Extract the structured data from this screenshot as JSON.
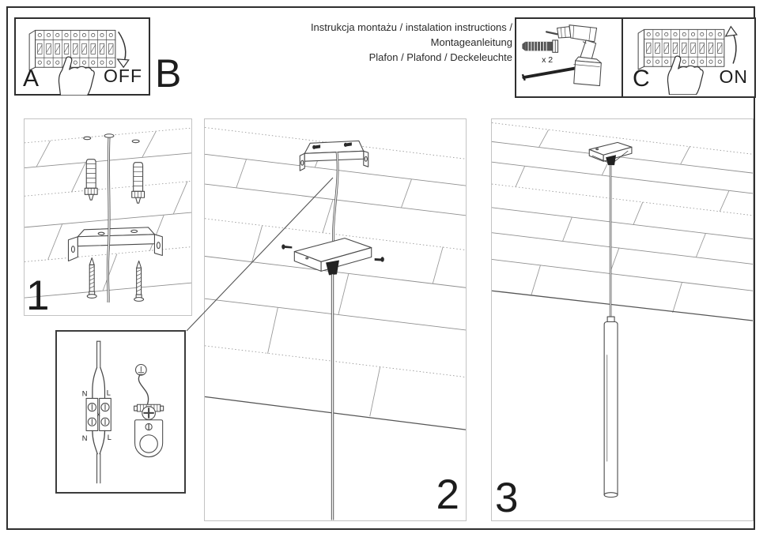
{
  "header": {
    "line1": "Instrukcja montażu / instalation instructions / Montageanleitung",
    "line2": "Plafon / Plafond / Deckeleuchte"
  },
  "panel_a": {
    "label": "A",
    "switch_state": "OFF"
  },
  "panel_b": {
    "label": "B"
  },
  "panel_c": {
    "label": "C",
    "switch_state": "ON"
  },
  "tools_box": {
    "quantity": "x 2"
  },
  "step_panels": [
    {
      "number": "1"
    },
    {
      "number": "2"
    },
    {
      "number": "3"
    }
  ],
  "wiring_inset": {
    "labels": {
      "top_left": "N",
      "top_right": "L",
      "bottom_left": "N",
      "bottom_right": "L"
    }
  },
  "colors": {
    "line": "#4a4a4a",
    "plank_line": "#8f8f8f",
    "panel_border": "#c3c3c3",
    "frame_border": "#2f2f2f",
    "text": "#1d1d1d"
  }
}
